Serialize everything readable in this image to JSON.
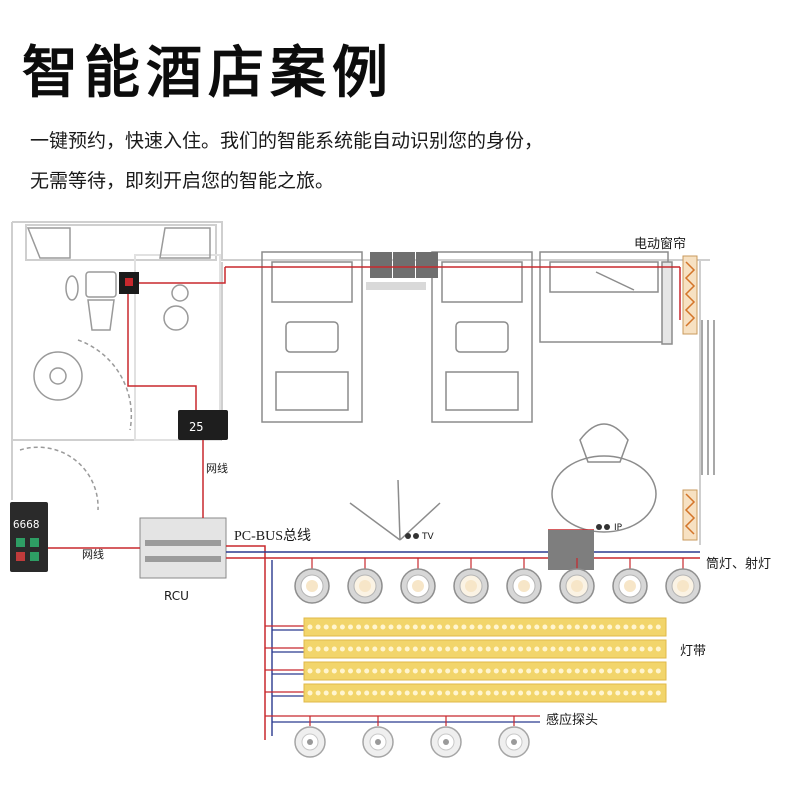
{
  "header": {
    "title": "智能酒店案例",
    "intro_line1": "一键预约，快速入住。我们的智能系统能自动识别您的身份，",
    "intro_line2": "无需等待，即刻开启您的智能之旅。"
  },
  "diagram": {
    "labels": {
      "curtain": "电动窗帘",
      "network_cable_vertical": "网线",
      "network_cable_horizontal": "网线",
      "pcbus": "PC-BUS总线",
      "rcu": "RCU",
      "downlights": "筒灯、射灯",
      "light_strip": "灯带",
      "sensor": "感应探头",
      "door_panel_number": "6668",
      "thermostat_display": "25",
      "tv_mark": "TV",
      "ip_mark": "IP"
    },
    "counts": {
      "downlights": 8,
      "light_strips": 4,
      "sensors": 4
    },
    "colors": {
      "red_wire": "#c8282d",
      "blue_wire": "#2b3a8f",
      "strip_fill": "#f2d56b",
      "wall": "#cfcfcf"
    }
  }
}
